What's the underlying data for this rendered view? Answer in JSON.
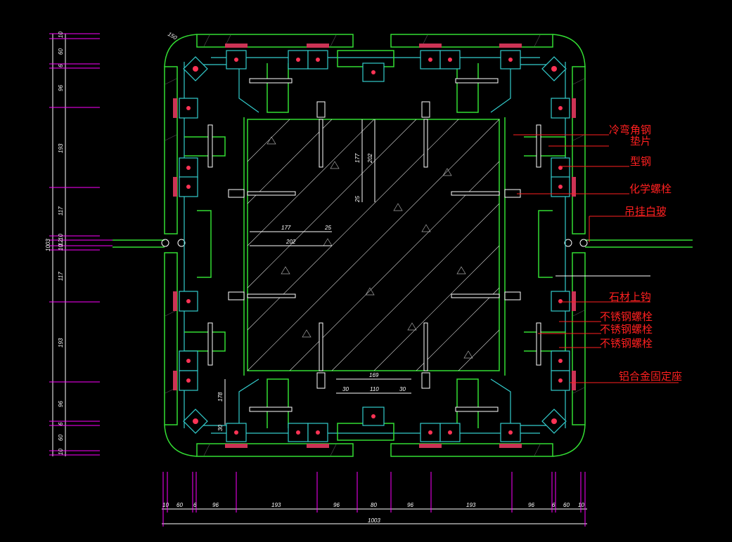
{
  "drawing": {
    "colors": {
      "background": "#000000",
      "steel": "#33dd33",
      "bracket": "#33cccc",
      "dimension": "#ffffff",
      "tick": "#ff00ff",
      "label": "#ff2020"
    },
    "labels": {
      "cold_angle": "冷弯角钢",
      "shim": "垫片",
      "section_steel": "型钢",
      "chemical_bolt": "化学螺栓",
      "hanging_board": "吊挂白玻",
      "stone_hook": "石材上钩",
      "ss_bolt_1": "不锈钢螺栓",
      "ss_bolt_2": "不锈钢螺栓",
      "ss_bolt_3": "不锈钢螺栓",
      "alu_base": "铝合金固定座"
    },
    "dims_bottom": [
      "10",
      "60",
      "6",
      "96",
      "193",
      "96",
      "80",
      "96",
      "193",
      "96",
      "6",
      "60",
      "10"
    ],
    "dim_bottom_total": "1003",
    "dims_left": [
      "10",
      "60",
      "6",
      "96",
      "193",
      "117",
      "10",
      "12",
      "10",
      "117",
      "193",
      "96",
      "6",
      "60",
      "10"
    ],
    "dim_left_total": "1003",
    "dims_column": {
      "d177_v": "177",
      "d202_v": "202",
      "d25_v": "25",
      "d177_h": "177",
      "d25_h": "25",
      "d202_h": "202",
      "d169": "169",
      "d30_a": "30",
      "d110": "110",
      "d30_b": "30",
      "d178": "178",
      "d30_c": "30",
      "d150": "150"
    }
  }
}
